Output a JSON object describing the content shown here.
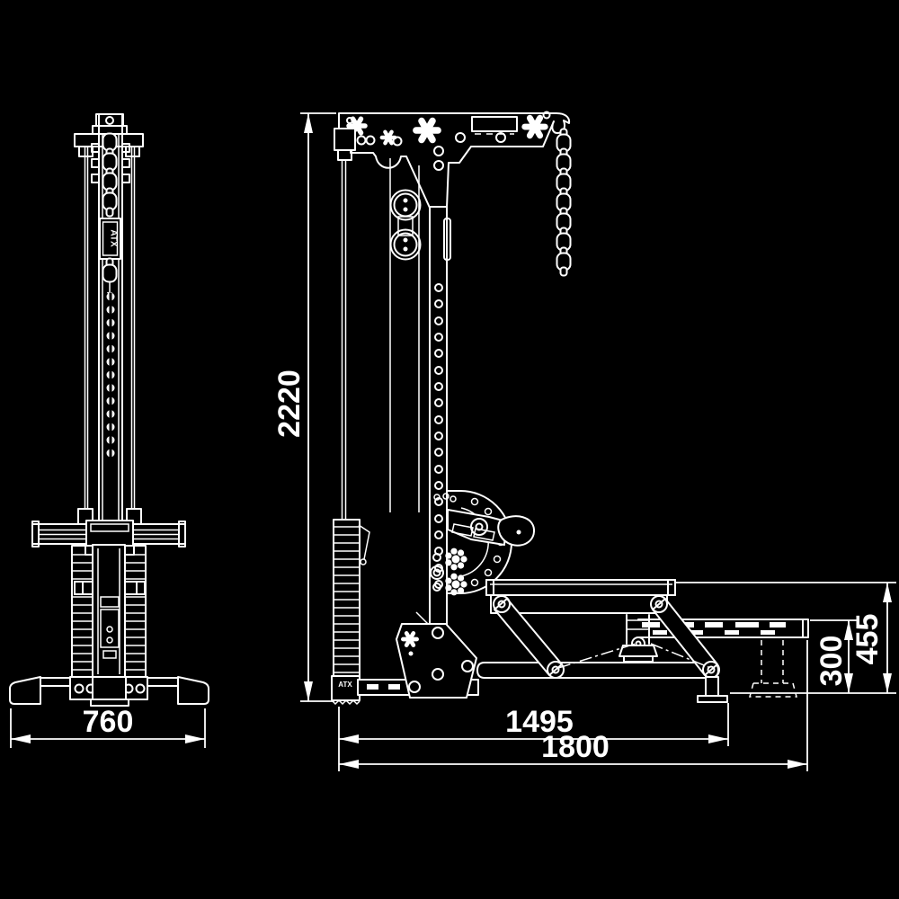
{
  "drawing": {
    "background_color": "#000000",
    "line_color": "#ffffff",
    "logo": "ATX",
    "dimensions": {
      "front_width": "760",
      "overall_height": "2220",
      "frame_length": "1495",
      "overall_length": "1800",
      "platform_height": "300",
      "seat_height": "455"
    }
  }
}
